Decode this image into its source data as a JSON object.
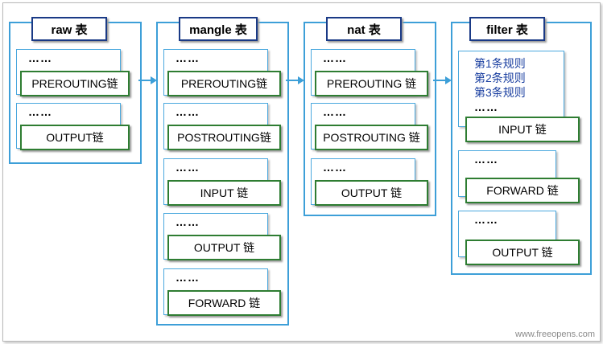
{
  "tables": [
    {
      "title": "raw 表",
      "chains": [
        {
          "dots": "……",
          "label": "PREROUTING链"
        },
        {
          "dots": "……",
          "label": "OUTPUT链"
        }
      ]
    },
    {
      "title": "mangle 表",
      "chains": [
        {
          "dots": "……",
          "label": "PREROUTING链"
        },
        {
          "dots": "……",
          "label": "POSTROUTING链"
        },
        {
          "dots": "……",
          "label": "INPUT 链"
        },
        {
          "dots": "……",
          "label": "OUTPUT 链"
        },
        {
          "dots": "……",
          "label": "FORWARD 链"
        }
      ]
    },
    {
      "title": "nat 表",
      "chains": [
        {
          "dots": "……",
          "label": "PREROUTING 链"
        },
        {
          "dots": "……",
          "label": "POSTROUTING 链"
        },
        {
          "dots": "……",
          "label": "OUTPUT 链"
        }
      ]
    },
    {
      "title": "filter 表",
      "rules": [
        "第1条规则",
        "第2条规则",
        "第3条规则"
      ],
      "chains": [
        {
          "dots": "……",
          "label": "INPUT 链"
        },
        {
          "dots": "……",
          "label": "FORWARD 链"
        },
        {
          "dots": "……",
          "label": "OUTPUT 链"
        }
      ]
    }
  ],
  "colors": {
    "table_border": "#3d9fd8",
    "title_border": "#1a3a86",
    "chain_label_border": "#2e7d32",
    "rule_text": "#1a3fa0",
    "arrow": "#3d9fd8"
  },
  "watermark": "www.freeopens.com"
}
